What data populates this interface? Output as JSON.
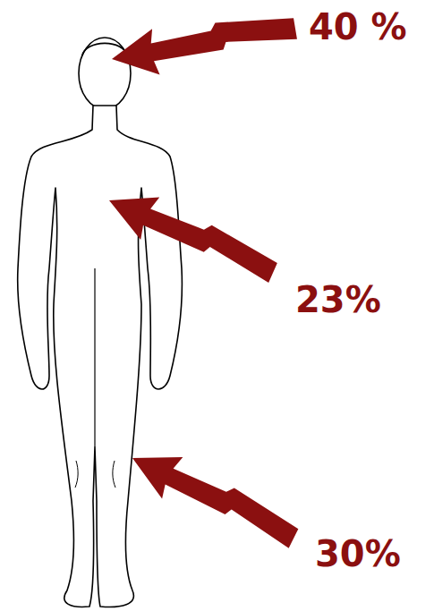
{
  "diagram": {
    "labels": [
      "40 %",
      "23%",
      "30%"
    ]
  }
}
